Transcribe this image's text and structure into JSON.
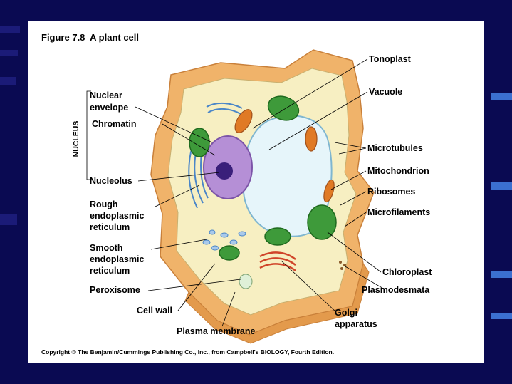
{
  "figure": {
    "title": "Figure 7.8  A plant cell",
    "copyright": "Copyright © The Benjamin/Cummings Publishing Co., Inc., from Campbell's BIOLOGY, Fourth Edition."
  },
  "group_label": "NUCLEUS",
  "labels": {
    "nuclear_envelope": [
      "Nuclear",
      "envelope"
    ],
    "chromatin": "Chromatin",
    "nucleolus": "Nucleolus",
    "rough_er": [
      "Rough",
      "endoplasmic",
      "reticulum"
    ],
    "smooth_er": [
      "Smooth",
      "endoplasmic",
      "reticulum"
    ],
    "peroxisome": "Peroxisome",
    "cell_wall": "Cell wall",
    "plasma_membrane": "Plasma membrane",
    "tonoplast": "Tonoplast",
    "vacuole": "Vacuole",
    "microtubules": "Microtubules",
    "mitochondrion": "Mitochondrion",
    "ribosomes": "Ribosomes",
    "microfilaments": "Microfilaments",
    "chloroplast": "Chloroplast",
    "plasmodesmata": "Plasmodesmata",
    "golgi": [
      "Golgi",
      "apparatus"
    ]
  },
  "colors": {
    "background": "#0a0a52",
    "cell_wall": "#f0b36a",
    "cytoplasm": "#f7efc2",
    "vacuole": "#e6f5fa",
    "nucleus": "#b58fd6",
    "chloroplast": "#3e9a3a",
    "mitochondrion": "#e07a25",
    "er": "#4a86c8"
  }
}
